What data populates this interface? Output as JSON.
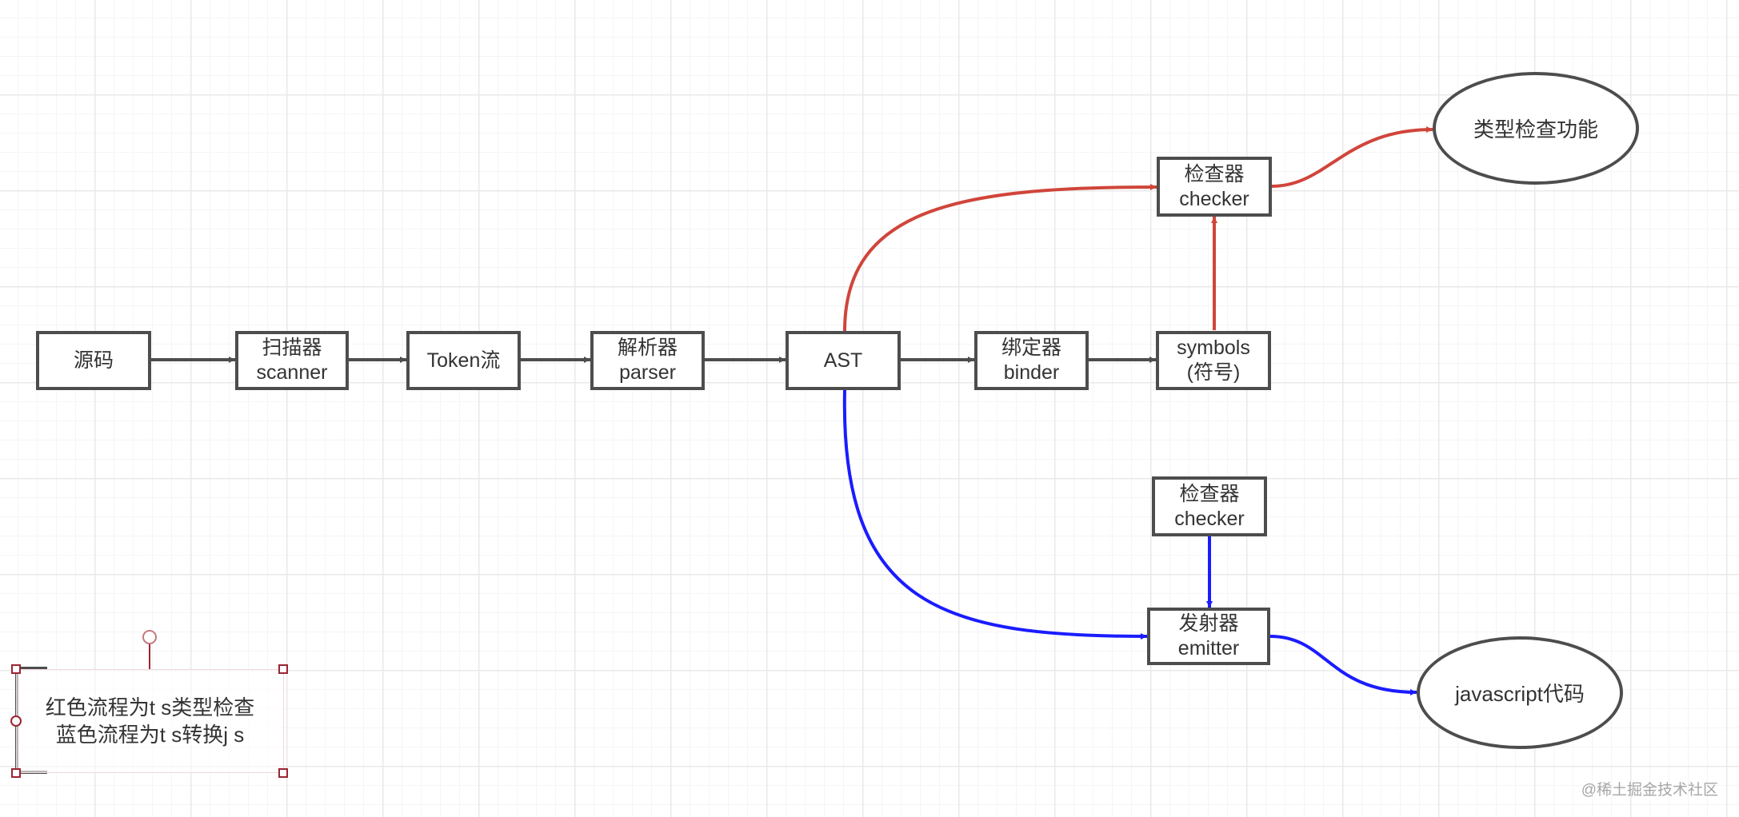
{
  "nodes": {
    "source": "源码",
    "scanner": [
      "扫描器",
      "scanner"
    ],
    "token_stream": "Token流",
    "parser": [
      "解析器",
      "parser"
    ],
    "ast": "AST",
    "binder": [
      "绑定器",
      "binder"
    ],
    "symbols": [
      "symbols",
      "(符号)"
    ],
    "checker_top": [
      "检查器",
      "checker"
    ],
    "checker_bottom": [
      "检查器",
      "checker"
    ],
    "emitter": [
      "发射器",
      "emitter"
    ],
    "type_check_result": "类型检查功能",
    "js_output": "javascript代码"
  },
  "note": {
    "line1": "红色流程为t s类型检查",
    "line2": "蓝色流程为t s转换j s"
  },
  "watermark": "@稀土掘金技术社区",
  "colors": {
    "gray_flow": "#4d4d4d",
    "red_flow": "#d0453a",
    "blue_flow": "#1a1cff"
  }
}
